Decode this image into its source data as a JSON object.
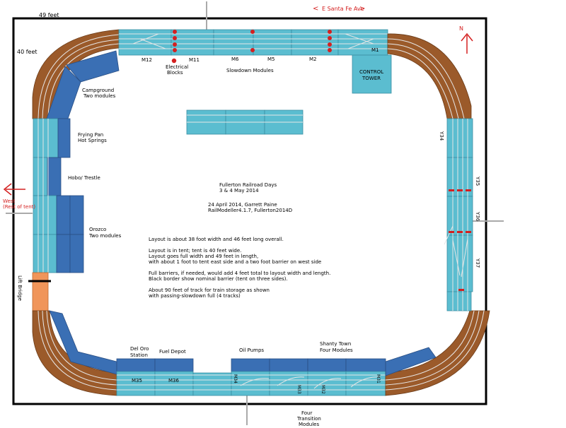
{
  "labels": {
    "width_dim": "49 feet",
    "height_dim": "40 feet",
    "north": "N",
    "street": "E Santa Fe Ave",
    "west_1": "West",
    "west_2": "(Rest of tent)",
    "campground_1": "Campground",
    "campground_2": "Two modules",
    "fryingpan_1": "Frying Pan",
    "fryingpan_2": "Hot Springs",
    "hobo": "Hobo/ Trestle",
    "orozco_1": "Orozco",
    "orozco_2": "Two modules",
    "lift_bridge": "Lift Bridge",
    "m12": "M12",
    "m11": "M11",
    "m6": "M6",
    "m5": "M5",
    "m2": "M2",
    "m1": "M1",
    "electrical_1": "Electrical",
    "electrical_2": "Blocks",
    "slowdown": "Slowdown Modules",
    "control_1": "CONTROL",
    "control_2": "TOWER",
    "y34": "Y34",
    "y35": "Y35",
    "y36": "Y36",
    "y37": "Y37",
    "deloro_1": "Del Oro",
    "deloro_2": "Station",
    "fueldepot": "Fuel Depot",
    "oilpumps": "Oil Pumps",
    "shanty_1": "Shanty Town",
    "shanty_2": "Four Modules",
    "m35": "M35",
    "m36": "M36",
    "m34": "M34",
    "m33": "M33",
    "m32": "M32",
    "m31": "M31",
    "transition_1": "Four",
    "transition_2": "Transition",
    "transition_3": "Modules"
  },
  "notes": {
    "title_1": "Fullerton Railroad Days",
    "title_2": "3 & 4 May 2014",
    "author_1": "24 April 2014, Garrett Paine",
    "author_2": "RailModeller4.1.7, Fullerton2014D",
    "p1": "Layout is about 38 foot width and 46 feet long overall.",
    "p2": "Layout is in tent; tent is 40 feet wide.",
    "p3": "Layout goes full width and 49 feet in length,",
    "p4": "with about 1 foot to tent east side and a two foot barrier on west side",
    "p5": "Full barriers, if needed, would add 4 feet total to layout width and length.",
    "p6": "Black border show nominal barrier (tent on three sides).",
    "p7": "About 90 feet of track for train storage as shown",
    "p8": "with passing-slowdown full (4 tracks)"
  },
  "colors": {
    "module": "#5bbdd0",
    "module_dark": "#3a6fb4",
    "track_brown": "#9b5a2a",
    "bridge": "#f0955a",
    "arrow_red": "#d42020",
    "border": "#000000"
  }
}
